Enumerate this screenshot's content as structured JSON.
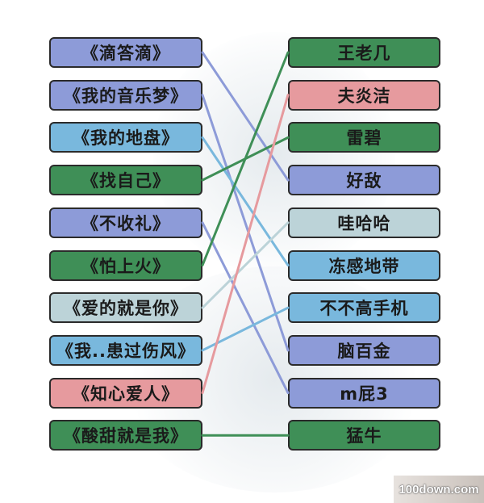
{
  "left_items": [
    {
      "label": "《滴答滴》",
      "color": "#8d9bd8"
    },
    {
      "label": "《我的音乐梦》",
      "color": "#8d9bd8"
    },
    {
      "label": "《我的地盘》",
      "color": "#79b8dd"
    },
    {
      "label": "《找自己》",
      "color": "#3f8f57"
    },
    {
      "label": "《不收礼》",
      "color": "#8d9bd8"
    },
    {
      "label": "《怕上火》",
      "color": "#3f8f57"
    },
    {
      "label": "《爱的就是你》",
      "color": "#bcd3d8"
    },
    {
      "label": "《我..患过伤风》",
      "color": "#79b8dd"
    },
    {
      "label": "《知心爱人》",
      "color": "#e69a9e"
    },
    {
      "label": "《酸甜就是我》",
      "color": "#3f8f57"
    }
  ],
  "right_items": [
    {
      "label": "王老几",
      "color": "#3f8f57"
    },
    {
      "label": "夫炎洁",
      "color": "#e69a9e"
    },
    {
      "label": "雷碧",
      "color": "#3f8f57"
    },
    {
      "label": "好敌",
      "color": "#8d9bd8"
    },
    {
      "label": "哇哈哈",
      "color": "#bcd3d8"
    },
    {
      "label": "冻感地带",
      "color": "#79b8dd"
    },
    {
      "label": "不不高手机",
      "color": "#79b8dd"
    },
    {
      "label": "脑百金",
      "color": "#8d9bd8"
    },
    {
      "label": "m屁3",
      "color": "#8d9bd8"
    },
    {
      "label": "猛牛",
      "color": "#3f8f57"
    }
  ],
  "connections": [
    {
      "from": 0,
      "to": 3,
      "color": "#8d9bd8"
    },
    {
      "from": 1,
      "to": 7,
      "color": "#8d9bd8"
    },
    {
      "from": 2,
      "to": 5,
      "color": "#79b8dd"
    },
    {
      "from": 3,
      "to": 2,
      "color": "#3f8f57"
    },
    {
      "from": 4,
      "to": 8,
      "color": "#8d9bd8"
    },
    {
      "from": 5,
      "to": 0,
      "color": "#3f8f57"
    },
    {
      "from": 6,
      "to": 4,
      "color": "#bcd3d8"
    },
    {
      "from": 7,
      "to": 6,
      "color": "#79b8dd"
    },
    {
      "from": 8,
      "to": 1,
      "color": "#e69a9e"
    },
    {
      "from": 9,
      "to": 9,
      "color": "#3f8f57"
    }
  ],
  "watermark": "100down.com"
}
